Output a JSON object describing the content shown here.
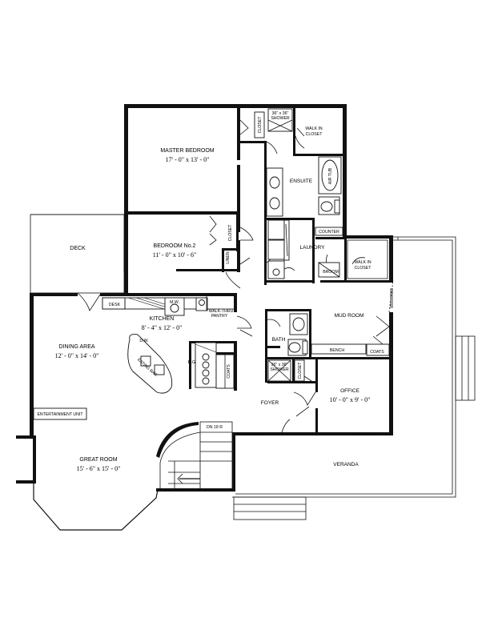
{
  "rooms": {
    "master_bedroom": {
      "name": "MASTER BEDROOM",
      "size": "17' - 0\" x 13' - 0\""
    },
    "ensuite": {
      "name": "ENSUITE"
    },
    "walk_in_closet_master": {
      "name_line1": "WALK IN",
      "name_line2": "CLOSET"
    },
    "deck": {
      "name": "DECK"
    },
    "bedroom2": {
      "name": "BEDROOM No.2",
      "size": "11' - 0\" x 10' - 6\""
    },
    "laundry": {
      "name": "LAUNDRY"
    },
    "walk_in_closet_mud": {
      "name_line1": "WALK IN",
      "name_line2": "CLOSET"
    },
    "kitchen": {
      "name": "KITCHEN",
      "size": "8' - 4\" x 12' - 0\""
    },
    "walk_thru_pantry": {
      "name_line1": "WALK-THRU",
      "name_line2": "PANTRY"
    },
    "mud_room": {
      "name": "MUD ROOM"
    },
    "dining_area": {
      "name": "DINING AREA",
      "size": "12' - 0\" x 14' - 0\""
    },
    "bath": {
      "name": "BATH"
    },
    "office": {
      "name": "OFFICE",
      "size": "10' - 0\" x 9' - 0\""
    },
    "foyer": {
      "name": "FOYER"
    },
    "great_room": {
      "name": "GREAT ROOM",
      "size": "15' - 6\" x 15' - 0\""
    },
    "veranda": {
      "name": "VERANDA"
    }
  },
  "labels": {
    "closet": "CLOSET",
    "shower_master_line1": "36\" x 36\"",
    "shower_master_line2": "SHOWER",
    "air_tub": "AIR TUB",
    "counter": "COUNTER",
    "broom": "BROOM",
    "linen": "LINEN",
    "desk": "DESK",
    "entertainment_unit": "ENTERTAINMENT UNIT",
    "dw": "D.W.",
    "eating_bar": "EATING BAR",
    "rg": "R.G.",
    "coats": "COATS",
    "bench": "BENCH",
    "shower_bath_line1": "36\" x 36\"",
    "shower_bath_line2": "SHOWER",
    "dn_stairs": "DN 18 R",
    "mw": "M.W."
  }
}
